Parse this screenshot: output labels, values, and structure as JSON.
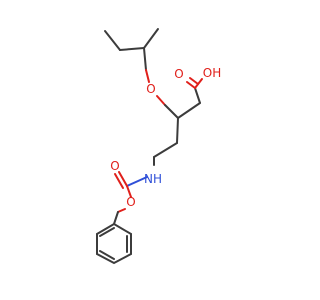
{
  "molecule": {
    "atoms": {
      "ether_oxygen": "O",
      "carbonyl_oxygen_acid": "O",
      "hydroxyl": "OH",
      "amine": "NH",
      "carbonyl_oxygen_carbamate": "O",
      "ester_oxygen": "O"
    },
    "colors": {
      "carbon": "#3c3c3c",
      "oxygen": "#e0201b",
      "nitrogen": "#3050d8",
      "background": "#ffffff"
    }
  }
}
